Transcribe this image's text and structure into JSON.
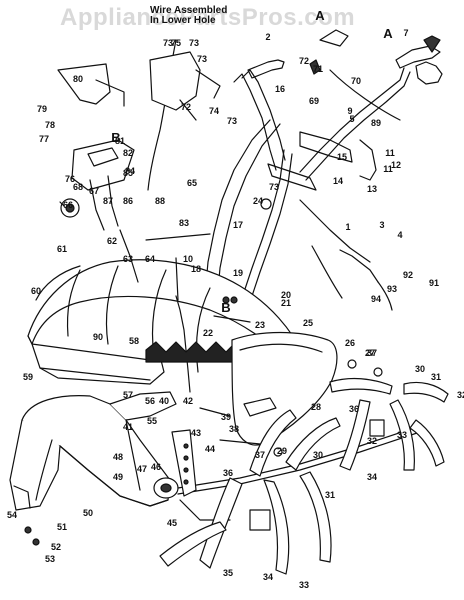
{
  "watermark": "AppliancePartsPros.com",
  "note": {
    "line1": "Wire Assembled",
    "line2": "In Lower Hole"
  },
  "section_labels": [
    "A",
    "A",
    "B",
    "B"
  ],
  "callouts": [
    "1",
    "2",
    "3",
    "4",
    "5",
    "7",
    "9",
    "10",
    "11",
    "11",
    "12",
    "13",
    "14",
    "15",
    "16",
    "17",
    "18",
    "19",
    "20",
    "21",
    "22",
    "23",
    "24",
    "25",
    "26",
    "27",
    "28",
    "29",
    "30",
    "30",
    "31",
    "31",
    "32",
    "32",
    "33",
    "33",
    "34",
    "34",
    "35",
    "36",
    "36",
    "37",
    "37",
    "38",
    "39",
    "40",
    "41",
    "42",
    "43",
    "44",
    "45",
    "46",
    "47",
    "48",
    "49",
    "50",
    "51",
    "52",
    "53",
    "54",
    "55",
    "56",
    "57",
    "58",
    "59",
    "60",
    "61",
    "62",
    "63",
    "64",
    "65",
    "66",
    "67",
    "68",
    "69",
    "70",
    "71",
    "72",
    "72",
    "73",
    "73",
    "73",
    "73",
    "73",
    "74",
    "75",
    "76",
    "77",
    "78",
    "79",
    "80",
    "81",
    "82",
    "83",
    "84",
    "85",
    "86",
    "87",
    "88",
    "89",
    "90",
    "91",
    "92",
    "93",
    "94"
  ]
}
